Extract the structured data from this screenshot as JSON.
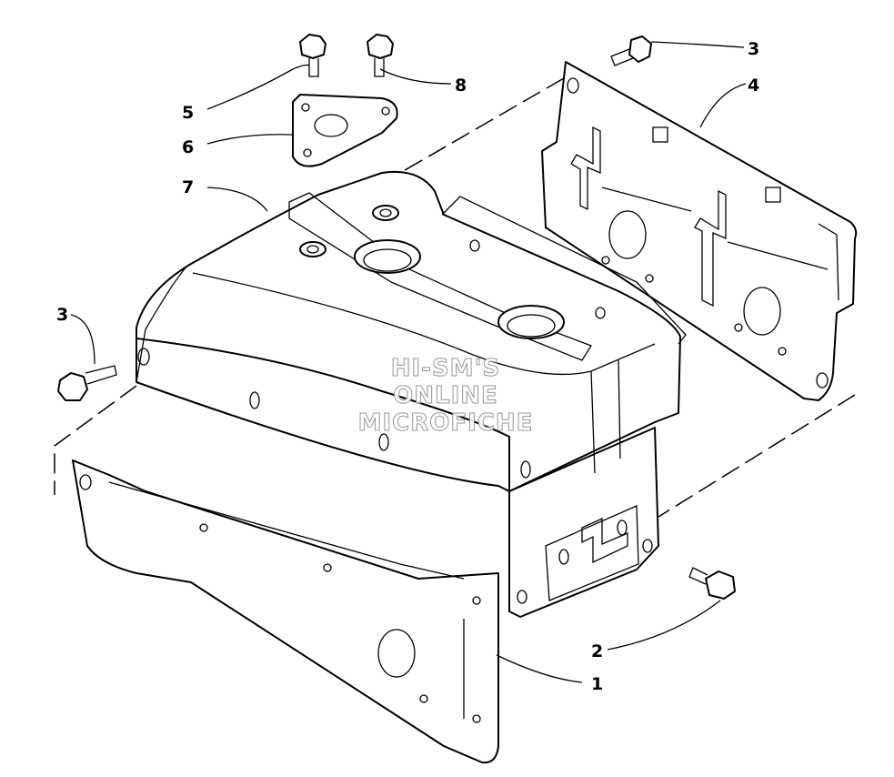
{
  "callouts": [
    {
      "id": "1",
      "text": "1"
    },
    {
      "id": "2",
      "text": "2"
    },
    {
      "id": "3a",
      "text": "3"
    },
    {
      "id": "3b",
      "text": "3"
    },
    {
      "id": "4",
      "text": "4"
    },
    {
      "id": "5",
      "text": "5"
    },
    {
      "id": "6",
      "text": "6"
    },
    {
      "id": "7",
      "text": "7"
    },
    {
      "id": "8",
      "text": "8"
    }
  ],
  "watermark": {
    "line1": "HI-SM'S",
    "line2": "ONLINE",
    "line3": "MICROFICHE"
  }
}
